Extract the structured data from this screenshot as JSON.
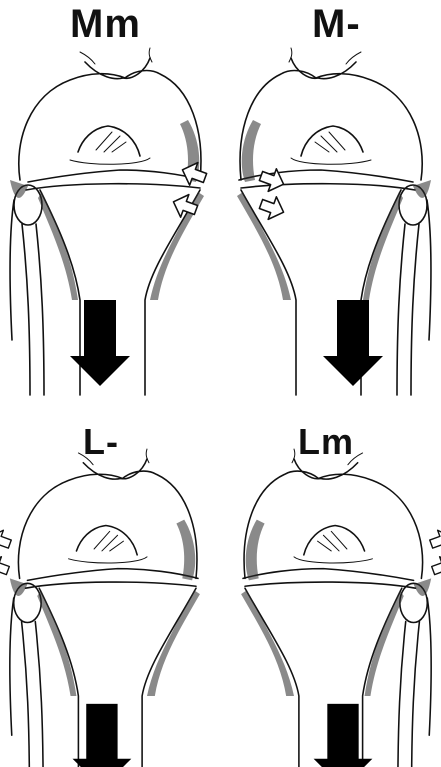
{
  "panels": [
    {
      "id": "Mm",
      "label": "Mm"
    },
    {
      "id": "M-",
      "label": "M-"
    },
    {
      "id": "L-",
      "label": "L-"
    },
    {
      "id": "Lm",
      "label": "Lm"
    }
  ]
}
